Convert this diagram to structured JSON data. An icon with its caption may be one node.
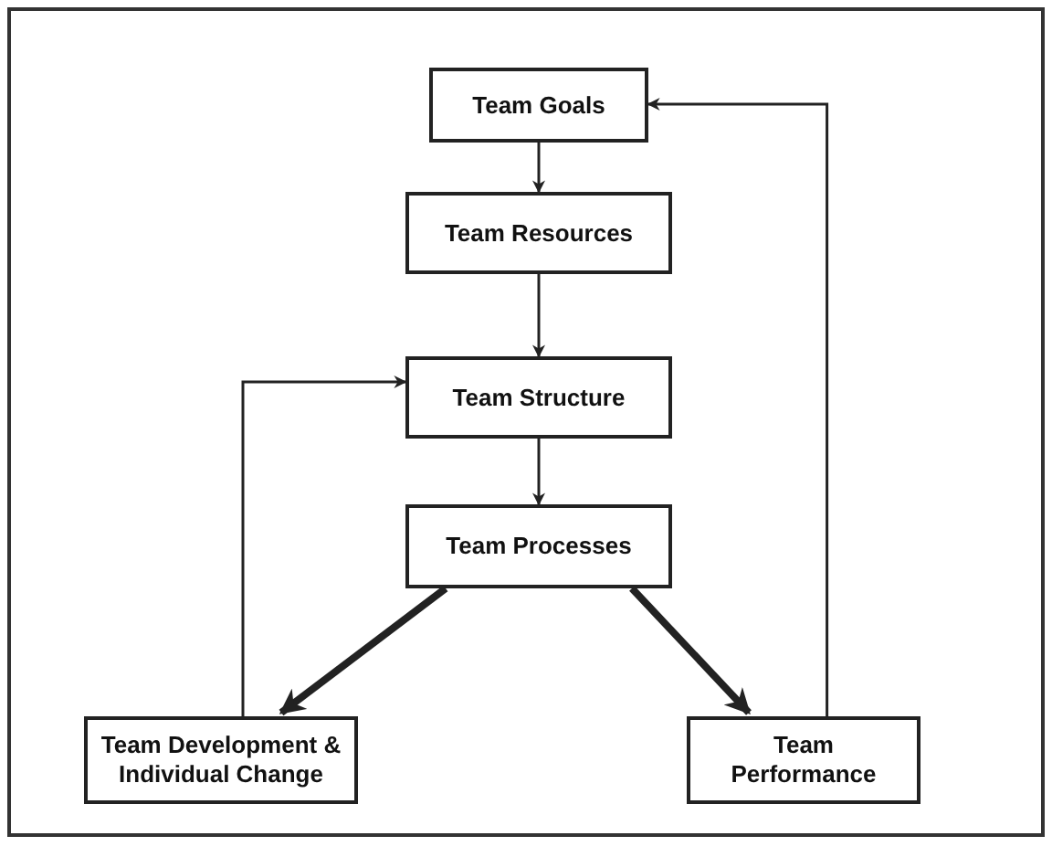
{
  "diagram": {
    "nodes": [
      {
        "text": [
          "Team Goals"
        ]
      },
      {
        "text": [
          "Team Resources"
        ]
      },
      {
        "text": [
          "Team Structure"
        ]
      },
      {
        "text": [
          "Team Processes"
        ]
      },
      {
        "text": [
          "Team Development & Individual Change"
        ]
      },
      {
        "text": [
          "Team Performance"
        ]
      }
    ],
    "edges": [
      {
        "from": 0,
        "to": 1,
        "arrow": "to"
      },
      {
        "from": 1,
        "to": 2,
        "arrow": "to"
      },
      {
        "from": 2,
        "to": 3,
        "arrow": "to"
      },
      {
        "from": 3,
        "to": 4,
        "arrow": "to",
        "style": "thick"
      },
      {
        "from": 3,
        "to": 5,
        "arrow": "to",
        "style": "thick"
      },
      {
        "from": 4,
        "to": 2,
        "arrow": "to"
      },
      {
        "from": 5,
        "to": 0,
        "arrow": "to"
      }
    ]
  }
}
